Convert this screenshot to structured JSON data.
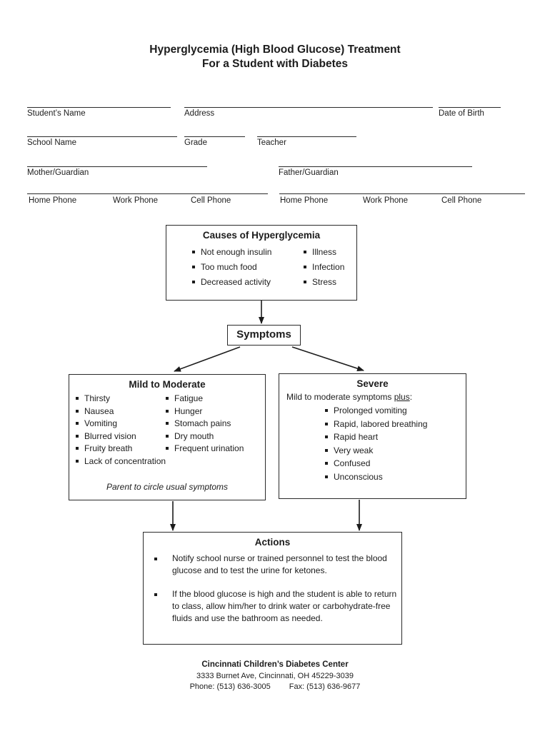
{
  "title": {
    "line1": "Hyperglycemia (High Blood Glucose) Treatment",
    "line2": "For a Student with Diabetes"
  },
  "form": {
    "students_name": "Student’s Name",
    "address": "Address",
    "date_of_birth": "Date of Birth",
    "school_name": "School Name",
    "grade": "Grade",
    "teacher": "Teacher",
    "mother_guardian": "Mother/Guardian",
    "father_guardian": "Father/Guardian",
    "home_phone": "Home Phone",
    "work_phone": "Work Phone",
    "cell_phone": "Cell Phone"
  },
  "causes": {
    "title": "Causes of Hyperglycemia",
    "col1": [
      "Not enough insulin",
      "Too much food",
      "Decreased activity"
    ],
    "col2": [
      "Illness",
      "Infection",
      "Stress"
    ]
  },
  "symptoms": {
    "title": "Symptoms"
  },
  "mild": {
    "title": "Mild to Moderate",
    "col1": [
      "Thirsty",
      "Nausea",
      "Vomiting",
      "Blurred vision",
      "Fruity breath",
      "Lack of concentration"
    ],
    "col2": [
      "Fatigue",
      "Hunger",
      "Stomach pains",
      "Dry mouth",
      "Frequent urination"
    ],
    "note": "Parent to circle usual symptoms"
  },
  "severe": {
    "title": "Severe",
    "intro_prefix": "Mild to moderate symptoms ",
    "intro_underlined": "plus",
    "intro_suffix": ":",
    "items": [
      "Prolonged vomiting",
      "Rapid, labored breathing",
      "Rapid heart",
      "Very weak",
      "Confused",
      "Unconscious"
    ]
  },
  "actions": {
    "title": "Actions",
    "items": [
      "Notify school nurse or trained personnel to test the blood glucose and to test the urine for ketones.",
      "If the blood glucose is high and the student is able to return to class, allow him/her to drink water or carbohydrate-free fluids and use the bathroom as needed."
    ]
  },
  "footer": {
    "org": "Cincinnati Children’s Diabetes Center",
    "address": "3333 Burnet Ave, Cincinnati, OH 45229-3039",
    "phone": "Phone: (513) 636-3005",
    "fax": "Fax: (513) 636-9677"
  }
}
